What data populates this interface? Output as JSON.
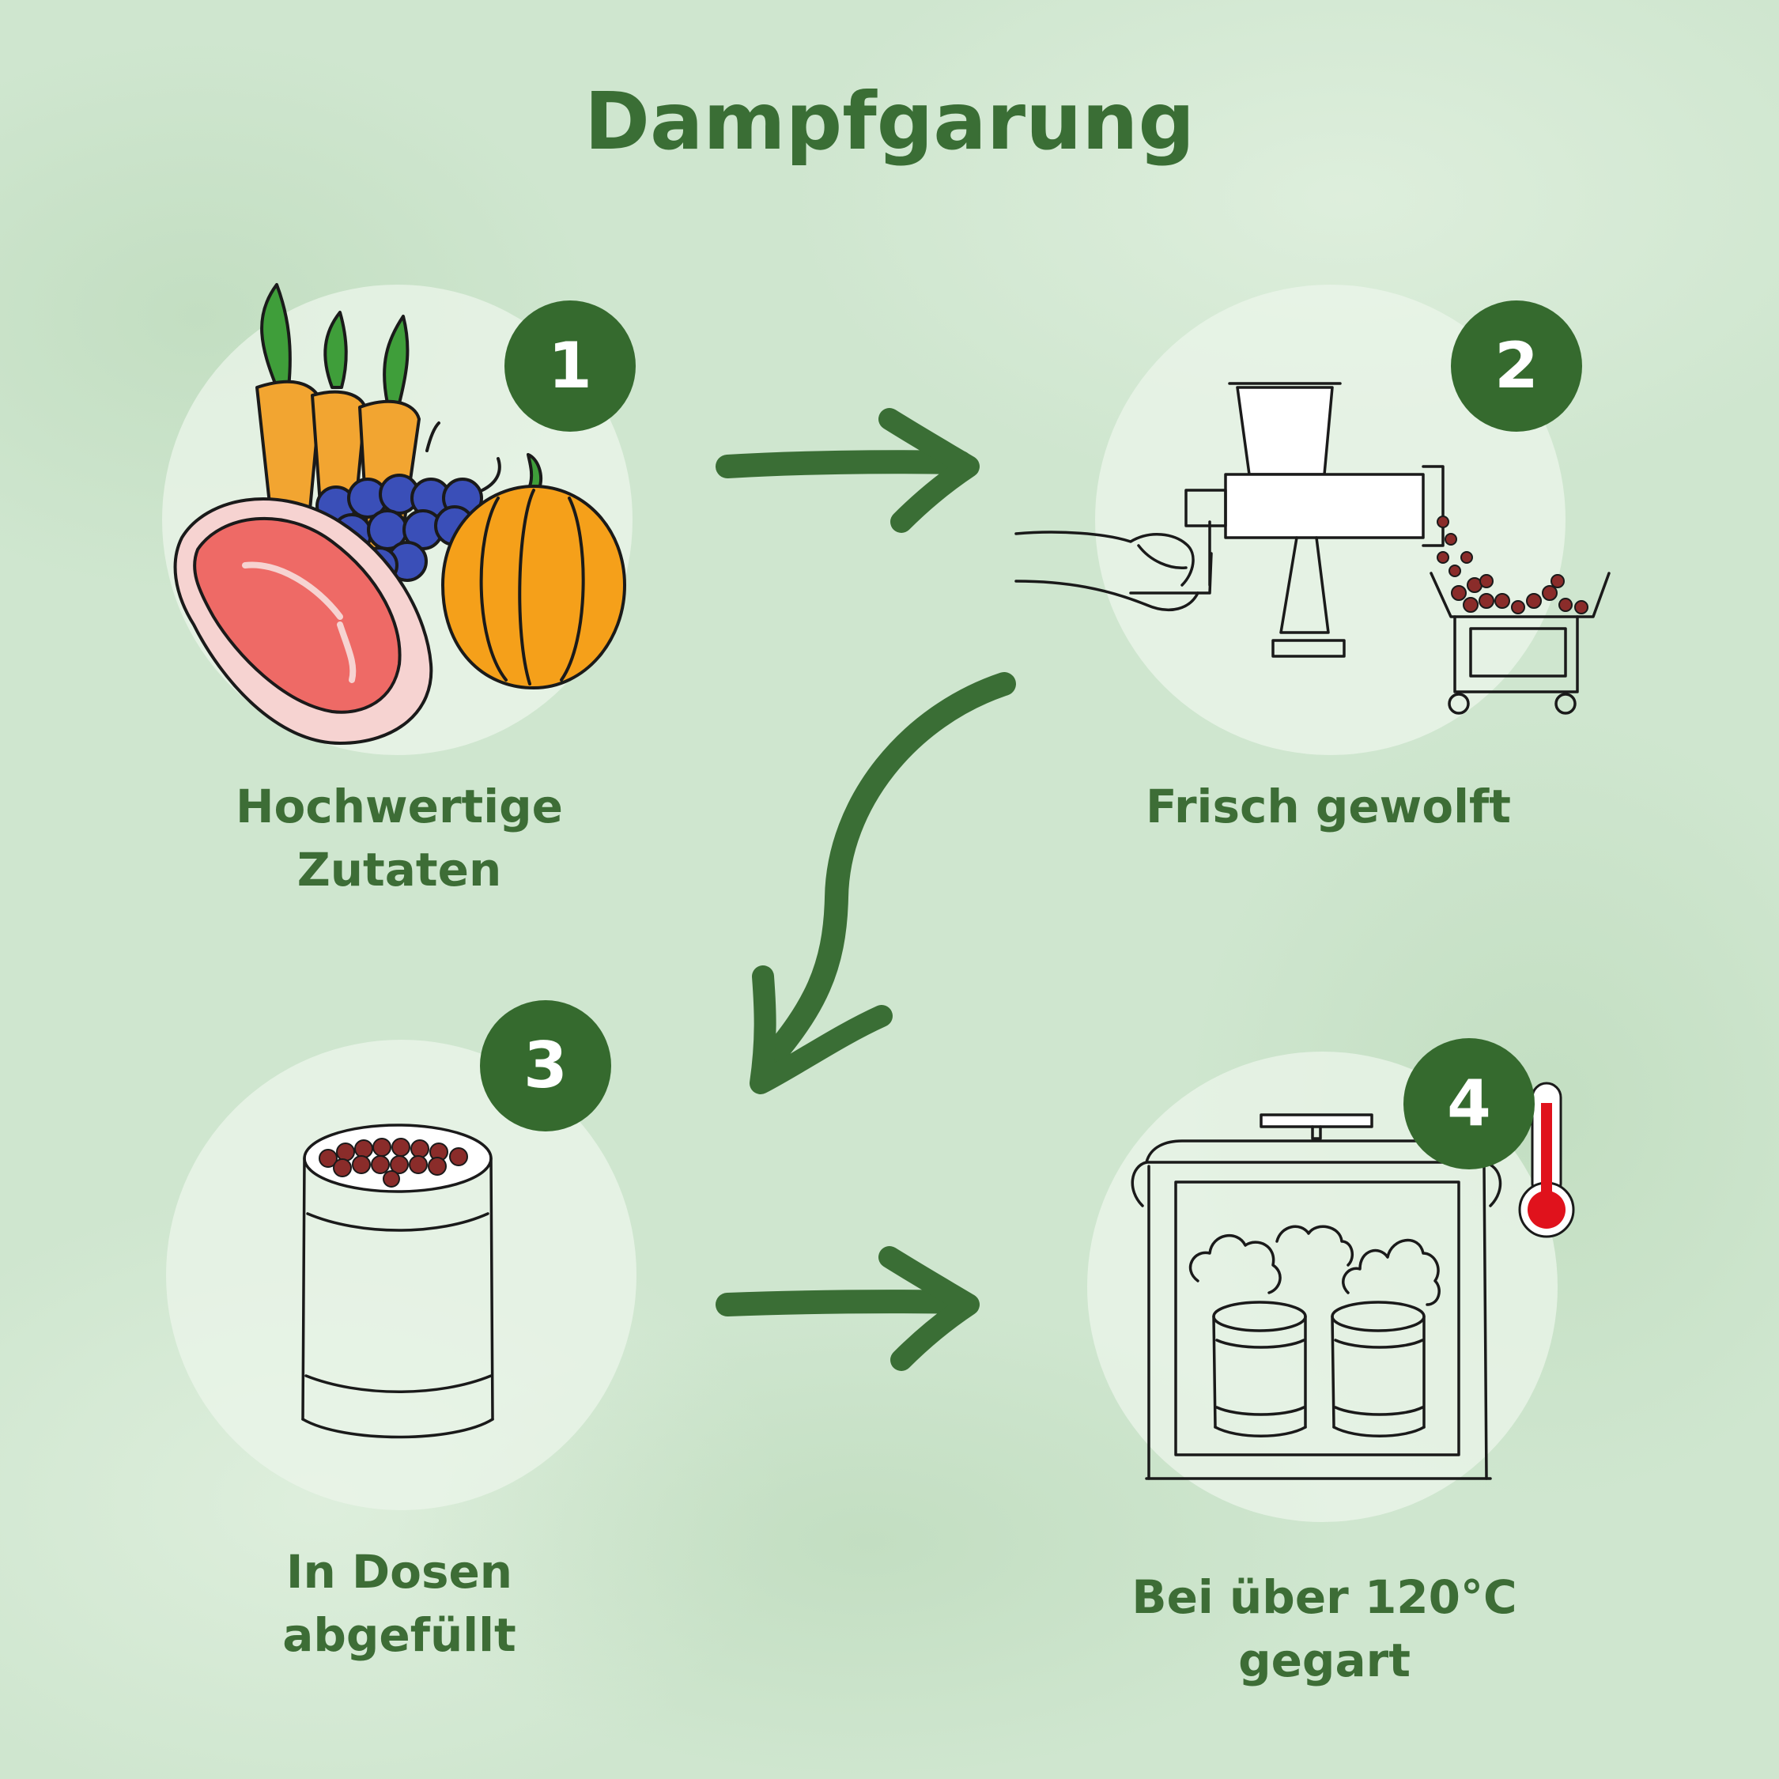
{
  "title": "Dampfgarung",
  "colors": {
    "background": "#cfe6cf",
    "accent_green": "#356a2e",
    "text_green": "#3d6d36",
    "thermometer_red": "#e0121c"
  },
  "steps": [
    {
      "number": "1",
      "label_lines": [
        "Hochwertige",
        "Zutaten"
      ],
      "icon": "ingredients-icon"
    },
    {
      "number": "2",
      "label_lines": [
        "Frisch gewolft"
      ],
      "icon": "meat-grinder-icon"
    },
    {
      "number": "3",
      "label_lines": [
        "In Dosen",
        "abgefüllt"
      ],
      "icon": "can-icon"
    },
    {
      "number": "4",
      "label_lines": [
        "Bei über 120°C",
        "gegart"
      ],
      "icon": "steam-cooker-icon"
    }
  ]
}
